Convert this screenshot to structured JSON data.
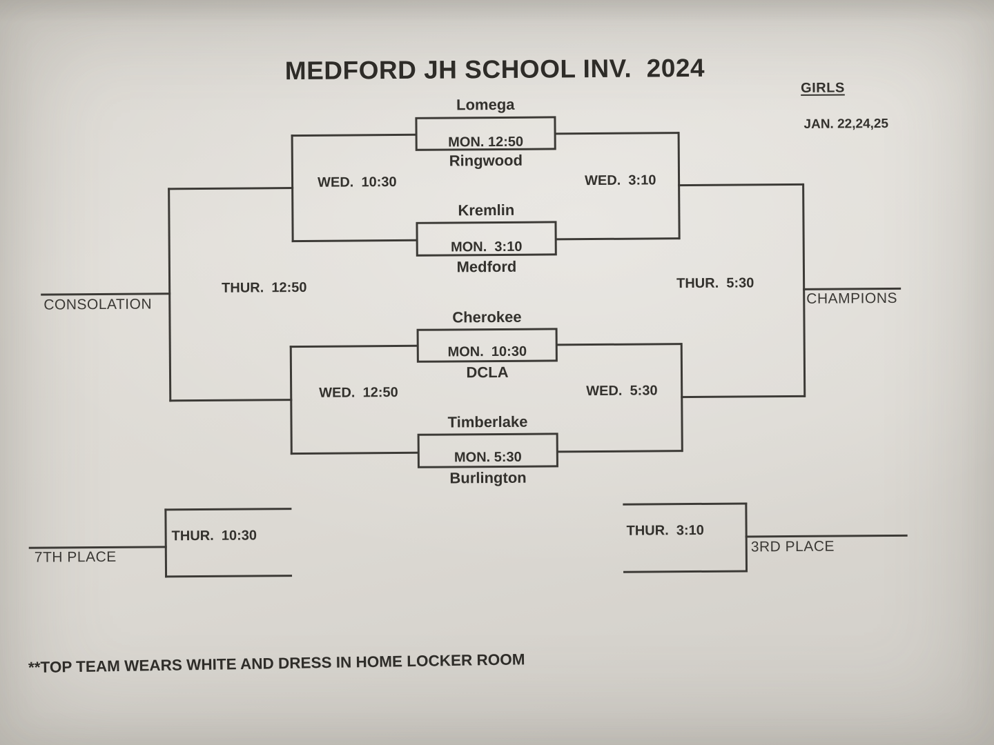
{
  "page": {
    "title": "MEDFORD JH SCHOOL INV.  2024",
    "division": "GIRLS",
    "dates": "JAN. 22,24,25",
    "footnote": "**TOP TEAM WEARS WHITE AND DRESS IN HOME LOCKER ROOM"
  },
  "bracket": {
    "games": [
      {
        "top_team": "Lomega",
        "time": "MON. 12:50",
        "bottom_team": "Ringwood"
      },
      {
        "top_team": "Kremlin",
        "time": "MON.  3:10",
        "bottom_team": "Medford"
      },
      {
        "top_team": "Cherokee",
        "time": "MON.  10:30",
        "bottom_team": "DCLA"
      },
      {
        "top_team": "Timberlake",
        "time": "MON. 5:30",
        "bottom_team": "Burlington"
      }
    ],
    "left_semifinals": [
      {
        "time": "WED.  10:30"
      },
      {
        "time": "WED.  12:50"
      }
    ],
    "right_semifinals": [
      {
        "time": "WED.  3:10"
      },
      {
        "time": "WED.  5:30"
      }
    ],
    "consolation_final": {
      "time": "THUR.  12:50",
      "label": "CONSOLATION"
    },
    "championship_final": {
      "time": "THUR.  5:30",
      "label": "CHAMPIONS"
    },
    "seventh_place_game": {
      "time": "THUR.  10:30",
      "label": "7TH PLACE"
    },
    "third_place_game": {
      "time": "THUR.  3:10",
      "label": "3RD PLACE"
    }
  },
  "colors": {
    "ink": "#33312d",
    "line": "#3c3a36",
    "paper": "#dcd9d3"
  }
}
